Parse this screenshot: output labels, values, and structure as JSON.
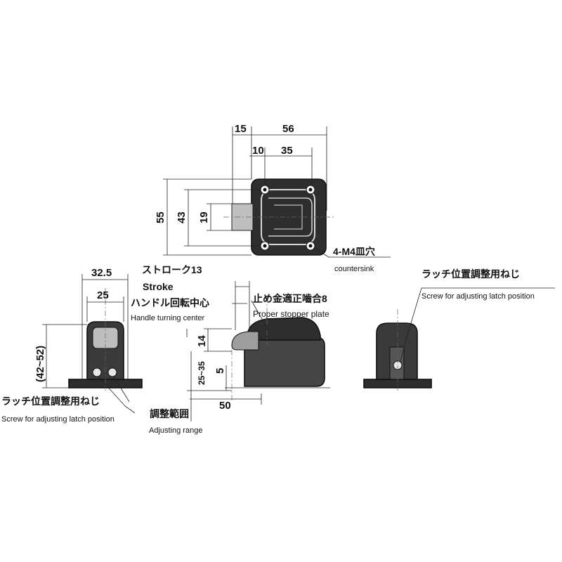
{
  "top_view": {
    "dim_15": "15",
    "dim_56": "56",
    "dim_10": "10",
    "dim_35": "35",
    "dim_55": "55",
    "dim_43": "43",
    "dim_19": "19",
    "hole_label_jp": "4-M4皿穴",
    "hole_label_en": "countersink"
  },
  "front_view": {
    "dim_32_5": "32.5",
    "dim_25": "25",
    "dim_height_range": "(42~52)",
    "screw_label_jp": "ラッチ位置調整用ねじ",
    "screw_label_en": "Screw for adjusting latch position"
  },
  "side_view": {
    "stroke_jp": "ストローク13",
    "stroke_en": "Stroke",
    "handle_center_jp": "ハンドル回転中心",
    "handle_center_en": "Handle turning center",
    "stopper_jp": "止め金適正嚙合8",
    "stopper_en": "Proper stopper plate",
    "dim_14": "14",
    "dim_25_35": "25~35",
    "dim_5": "5",
    "dim_50": "50",
    "adjust_jp": "調整範囲",
    "adjust_en": "Adjusting range"
  },
  "rear_view": {
    "screw_label_jp": "ラッチ位置調整用ねじ",
    "screw_label_en": "Screw for adjusting latch position"
  }
}
